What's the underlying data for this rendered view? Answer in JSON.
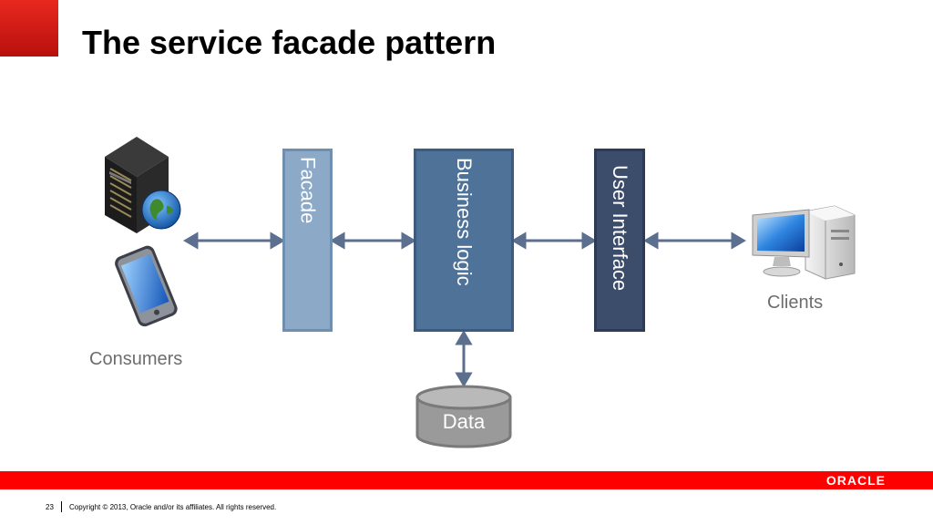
{
  "title": "The service facade pattern",
  "diagram": {
    "layers": {
      "facade": "Facade",
      "business": "Business logic",
      "ui": "User Interface"
    },
    "data_store": "Data",
    "consumers_label": "Consumers",
    "clients_label": "Clients"
  },
  "footer": {
    "page_number": "23",
    "copyright": "Copyright © 2013, Oracle and/or its affiliates. All rights reserved.",
    "logo_text": "ORACLE"
  },
  "colors": {
    "brand_red": "#ff0000",
    "facade": "#8ca9c7",
    "business": "#4f7299",
    "ui": "#3c4d6b",
    "arrow": "#5c6f8f",
    "data_store": "#9a9a9a"
  },
  "icons": [
    "server-globe-icon",
    "smartphone-icon",
    "desktop-computer-icon",
    "database-cylinder-icon"
  ]
}
